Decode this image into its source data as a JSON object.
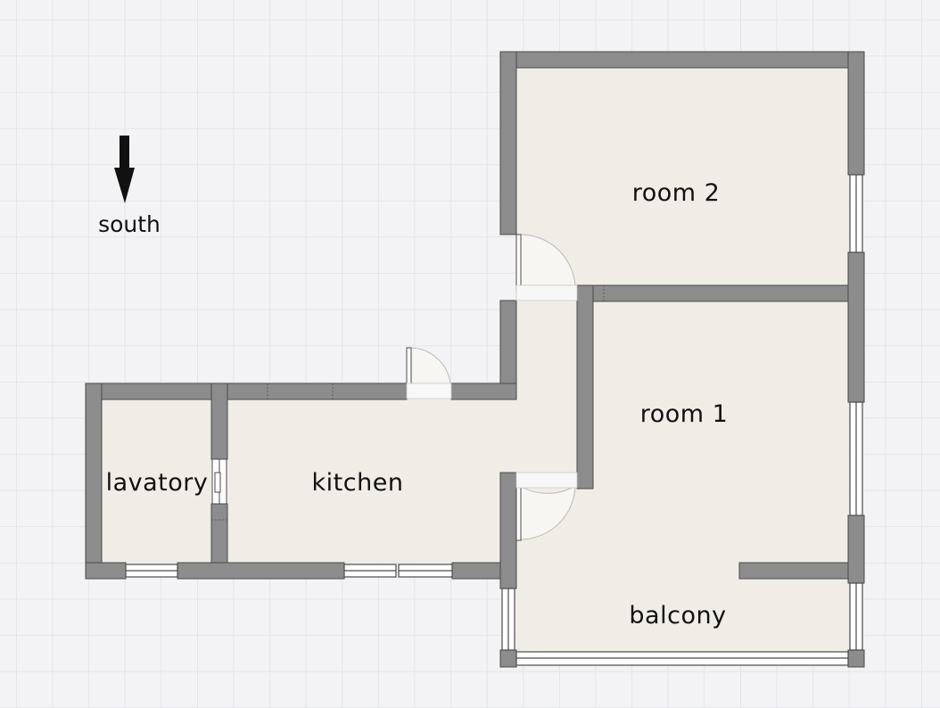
{
  "compass": {
    "label": "south",
    "icon": "arrow-down-icon"
  },
  "rooms": {
    "room_2": "room 2",
    "room_1": "room 1",
    "kitchen": "kitchen",
    "lavatory": "lavatory",
    "balcony": "balcony"
  },
  "colors": {
    "background": "#f3f3f5",
    "grid": "#dcdde2",
    "wall": "#8c8c8c",
    "wall_outline": "#4a4a4a",
    "floor": "#f0ede6",
    "window": "#ffffff"
  }
}
